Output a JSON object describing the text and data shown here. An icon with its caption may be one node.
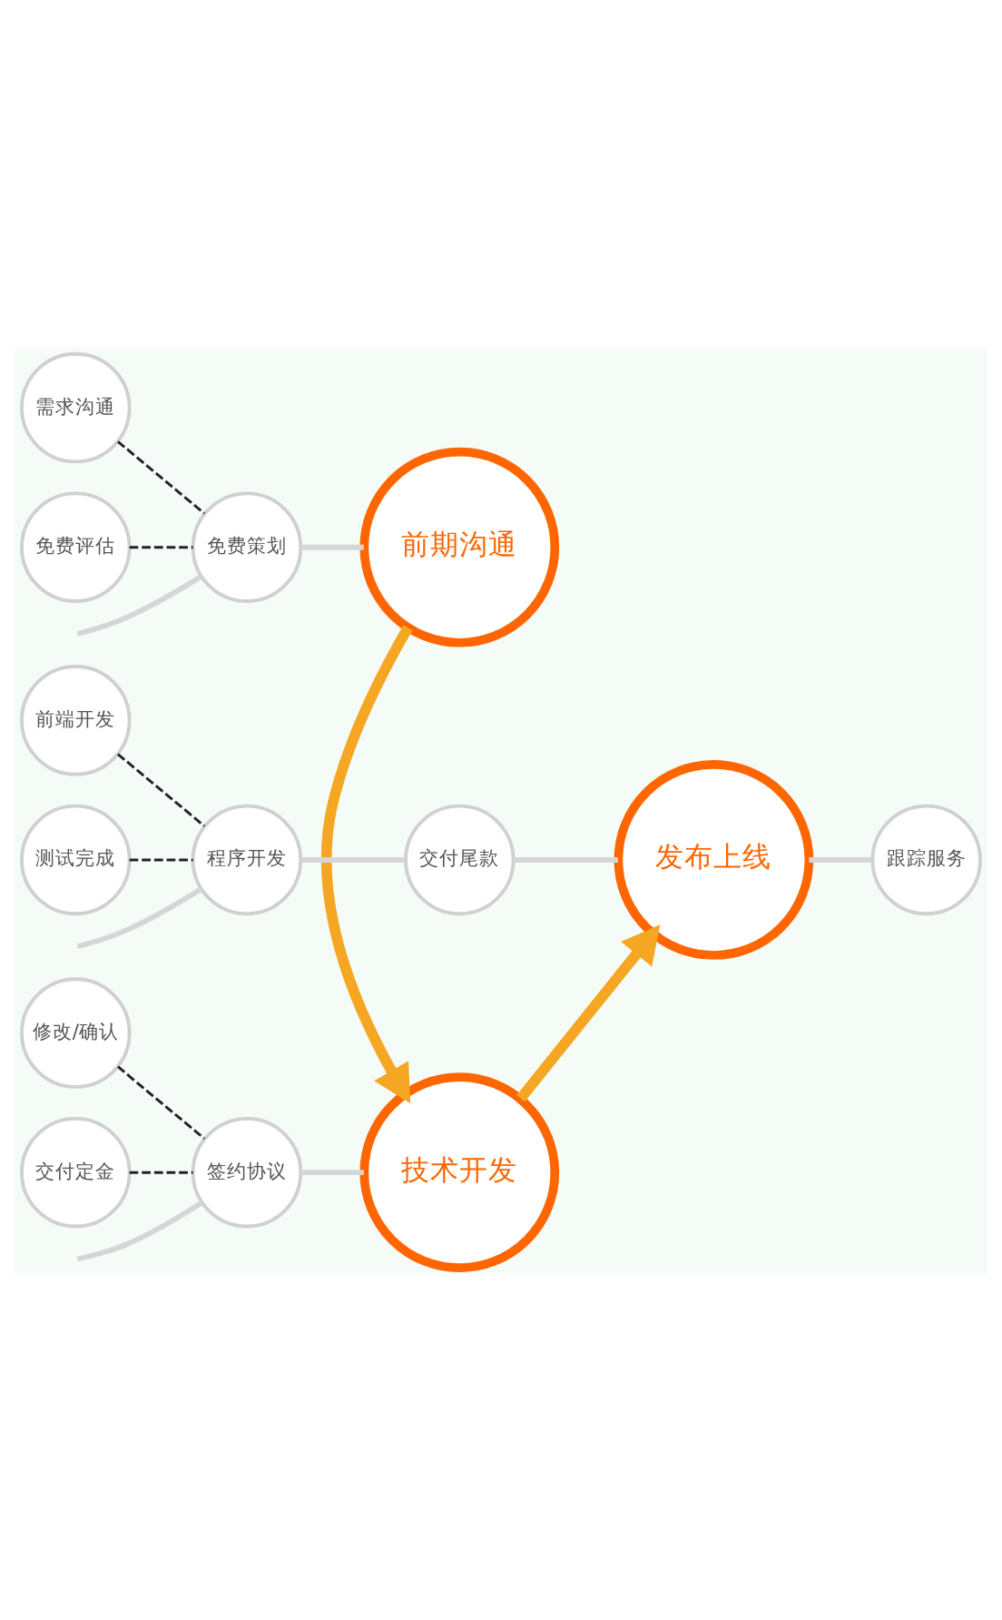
{
  "diagram": {
    "nodes": [
      {
        "text": [
          "前期沟通"
        ]
      },
      {
        "text": [
          "需求沟通"
        ]
      },
      {
        "text": [
          "免费策划"
        ]
      },
      {
        "text": [
          "免费评估"
        ]
      },
      {
        "text": [
          "技术开发"
        ]
      },
      {
        "text": [
          "修改/确认"
        ]
      },
      {
        "text": [
          "签约协议"
        ]
      },
      {
        "text": [
          "交付定金"
        ]
      },
      {
        "text": [
          "发布上线"
        ]
      },
      {
        "text": [
          "前端开发"
        ]
      },
      {
        "text": [
          "程序开发"
        ]
      },
      {
        "text": [
          "测试完成"
        ]
      },
      {
        "text": [
          "交付尾款"
        ]
      },
      {
        "text": [
          "跟踪服务"
        ]
      }
    ],
    "edges": [
      {
        "from": null,
        "to": 2,
        "arrow": "none"
      },
      {
        "from": 1,
        "to": 2,
        "arrow": "none",
        "style": "dashed",
        "color": "#222222"
      },
      {
        "from": 3,
        "to": 2,
        "arrow": "none",
        "style": "dashed",
        "color": "#222222"
      },
      {
        "from": 2,
        "to": 0,
        "arrow": "none"
      },
      {
        "from": 0,
        "to": 4,
        "arrow": "to",
        "style": "thick",
        "color": "#f5a623"
      },
      {
        "from": null,
        "to": 6,
        "arrow": "none"
      },
      {
        "from": 5,
        "to": 6,
        "arrow": "none",
        "style": "dashed",
        "color": "#222222"
      },
      {
        "from": 7,
        "to": 6,
        "arrow": "none",
        "style": "dashed",
        "color": "#222222"
      },
      {
        "from": 6,
        "to": 4,
        "arrow": "none"
      },
      {
        "from": 4,
        "to": 8,
        "arrow": "to",
        "style": "thick",
        "color": "#f5a623"
      },
      {
        "from": null,
        "to": 10,
        "arrow": "none"
      },
      {
        "from": 9,
        "to": 10,
        "arrow": "none",
        "style": "dashed",
        "color": "#222222"
      },
      {
        "from": 11,
        "to": 10,
        "arrow": "none",
        "style": "dashed",
        "color": "#222222"
      },
      {
        "from": 10,
        "to": 12,
        "arrow": "none"
      },
      {
        "from": 12,
        "to": 8,
        "arrow": "none"
      },
      {
        "from": 8,
        "to": 13,
        "arrow": "none"
      }
    ]
  }
}
